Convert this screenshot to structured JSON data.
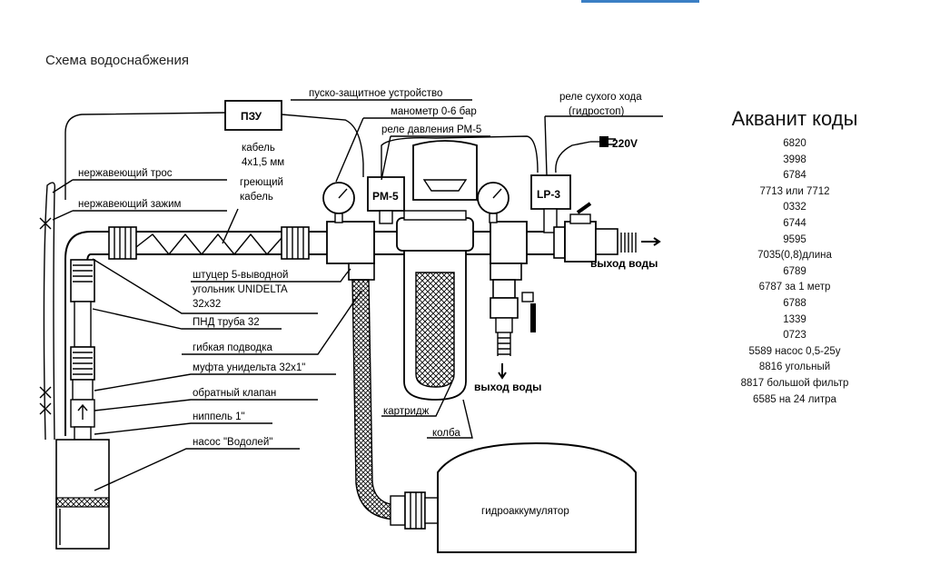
{
  "title": "Схема водоснабжения",
  "labels": {
    "pzu": "ПЗУ",
    "pzu_desc": "пуско-защитное устройство",
    "cable_1": "кабель",
    "cable_2": "4х1,5 мм",
    "manometer": "манометр 0-6 бар",
    "pressure_relay": "реле давления РМ-5",
    "dry_run_1": "реле сухого хода",
    "dry_run_2": "(гидростоп)",
    "voltage": "220V",
    "rm5": "PM-5",
    "lp3": "LP-3",
    "steel_rope": "нержавеющий трос",
    "steel_clamp": "нержавеющий зажим",
    "heat_cable_1": "греющий",
    "heat_cable_2": "кабель",
    "fitting_1": "штуцер 5-выводной",
    "fitting_2": "угольник UNIDELTA",
    "fitting_3": "32х32",
    "pipe": "ПНД труба 32",
    "flex_hose": "гибкая подводка",
    "coupling": "муфта унидельта 32х1\"",
    "check_valve": "обратный клапан",
    "nipple": "ниппель 1\"",
    "pump": "насос \"Водолей\"",
    "water_out_1": "выход воды",
    "water_out_2": "выход воды",
    "cartridge": "картридж",
    "flask": "колба",
    "accumulator": "гидроаккумулятор"
  },
  "codes": {
    "title": "Акванит коды",
    "items": [
      "6820",
      "3998",
      "6784",
      "7713 или 7712",
      "0332",
      "6744",
      "9595",
      "7035(0,8)длина",
      "6789",
      "6787 за 1 метр",
      "6788",
      "1339",
      "0723",
      "5589 насос 0,5-25у",
      "8816 угольный",
      "8817 большой фильтр",
      "6585 на 24 литра"
    ]
  }
}
